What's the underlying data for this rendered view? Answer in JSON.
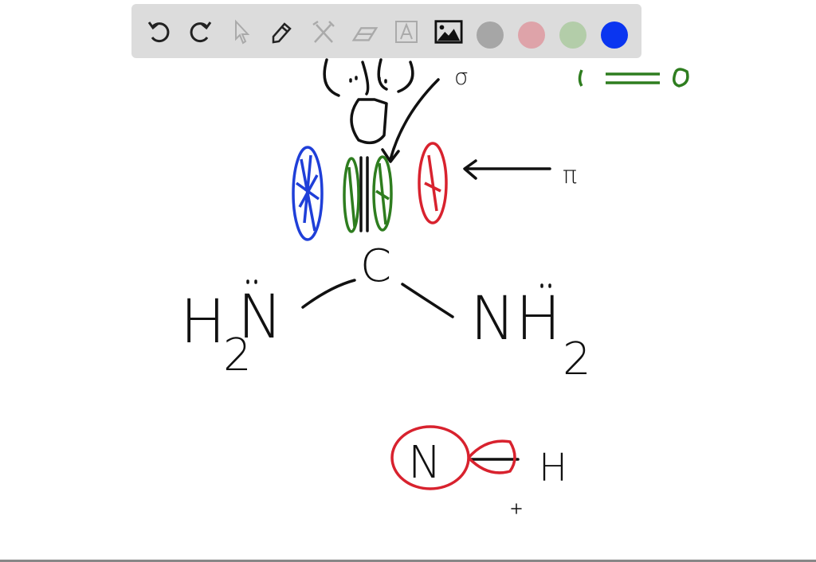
{
  "toolbar": {
    "tools": [
      {
        "name": "undo",
        "icon": "undo-icon",
        "enabled": true
      },
      {
        "name": "redo",
        "icon": "redo-icon",
        "enabled": true
      },
      {
        "name": "select",
        "icon": "cursor-icon",
        "enabled": false
      },
      {
        "name": "pen",
        "icon": "pencil-icon",
        "enabled": true
      },
      {
        "name": "tools",
        "icon": "tools-icon",
        "enabled": false
      },
      {
        "name": "eraser",
        "icon": "eraser-icon",
        "enabled": false
      },
      {
        "name": "text",
        "icon": "text-icon",
        "enabled": false
      },
      {
        "name": "image",
        "icon": "image-icon",
        "enabled": true
      }
    ],
    "colors": [
      "#a6a6a6",
      "#dea3a9",
      "#b3cda9",
      "#0a35f0"
    ],
    "selected_color": "#0a35f0"
  },
  "drawing": {
    "sigma": "σ",
    "pi": "π",
    "carbon": "C",
    "oxygen": "O",
    "left_amine": "H",
    "left_amine_n": "N",
    "subscript": "2",
    "right_amine": "NH",
    "co_c": "C",
    "co_o": "O",
    "nh_n": "N",
    "nh_h": "H",
    "colors": {
      "blue": "#1f3fd8",
      "green": "#2e7d1f",
      "red": "#d8222e",
      "ink": "#111111"
    }
  }
}
